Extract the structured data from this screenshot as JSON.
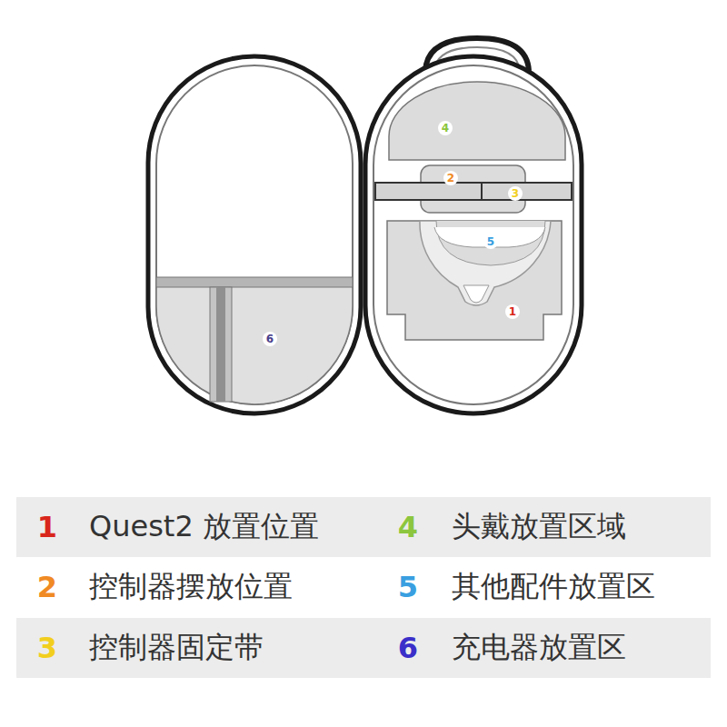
{
  "diagram": {
    "labels": [
      "4",
      "2",
      "3",
      "5",
      "1",
      "6",
      "1",
      "4",
      "2",
      "5",
      "3",
      "6"
    ],
    "legend": [
      {
        "text": "Quest2 放置位置"
      },
      {
        "text": "头戴放置区域"
      },
      {
        "text": "控制器摆放位置"
      },
      {
        "text": "其他配件放置区"
      },
      {
        "text": "控制器固定带"
      },
      {
        "text": "充电器放置区"
      }
    ]
  }
}
